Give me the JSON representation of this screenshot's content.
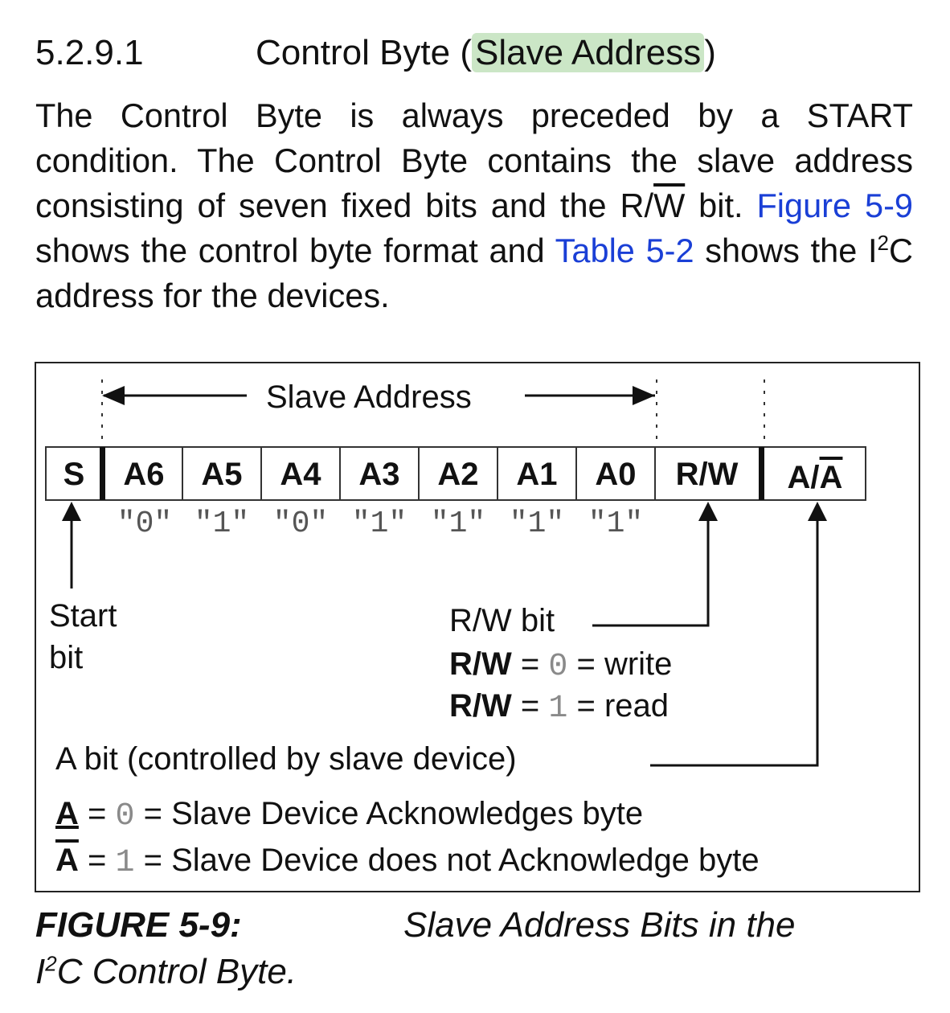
{
  "section": {
    "number": "5.2.9.1",
    "title_pre": "Control Byte (",
    "title_highlight": "Slave Address",
    "title_post": ")"
  },
  "paragraph": {
    "p1": "The Control Byte is always preceded by a START condition. The Control Byte contains the slave address consisting of seven fixed bits and the R/",
    "overline_w": "W",
    "p2": " bit. ",
    "link_figure": "Figure 5-9",
    "p3": " shows the control byte format and ",
    "link_table": "Table 5-2",
    "p4": " shows the I",
    "sup": "2",
    "p5": "C address for the devices."
  },
  "figure": {
    "slave_address_label": "Slave Address",
    "bits": [
      {
        "label": "S"
      },
      {
        "label": "A6",
        "value": "\"0\""
      },
      {
        "label": "A5",
        "value": "\"1\""
      },
      {
        "label": "A4",
        "value": "\"0\""
      },
      {
        "label": "A3",
        "value": "\"1\""
      },
      {
        "label": "A2",
        "value": "\"1\""
      },
      {
        "label": "A1",
        "value": "\"1\""
      },
      {
        "label": "A0",
        "value": "\"1\""
      },
      {
        "label": "R/W"
      },
      {
        "label_a": "A/",
        "label_a_bar": "A"
      }
    ],
    "start_bit": [
      "Start",
      "bit"
    ],
    "rw_title": "R/W bit",
    "rw_lines": [
      {
        "name": "R/W",
        "eq1": " = ",
        "val": "0",
        "eq2": " = write"
      },
      {
        "name": "R/W",
        "eq1": " = ",
        "val": "1",
        "eq2": " = read"
      }
    ],
    "a_bit_title": "A bit (controlled by slave device)",
    "a_lines": [
      {
        "name": "A",
        "eq1": " = ",
        "val": "0",
        "desc": " = Slave Device Acknowledges byte"
      },
      {
        "name": "A",
        "eq1": " = ",
        "val": "1",
        "desc": " = Slave Device does not Acknowledge byte"
      }
    ]
  },
  "caption": {
    "figure_label": "FIGURE 5-9:",
    "text_1": "Slave Address Bits in the",
    "text_2a": "I",
    "sup": "2",
    "text_2b": "C Control Byte."
  },
  "colors": {
    "highlight": "#cbe6c6",
    "link": "#1a3fd6"
  }
}
